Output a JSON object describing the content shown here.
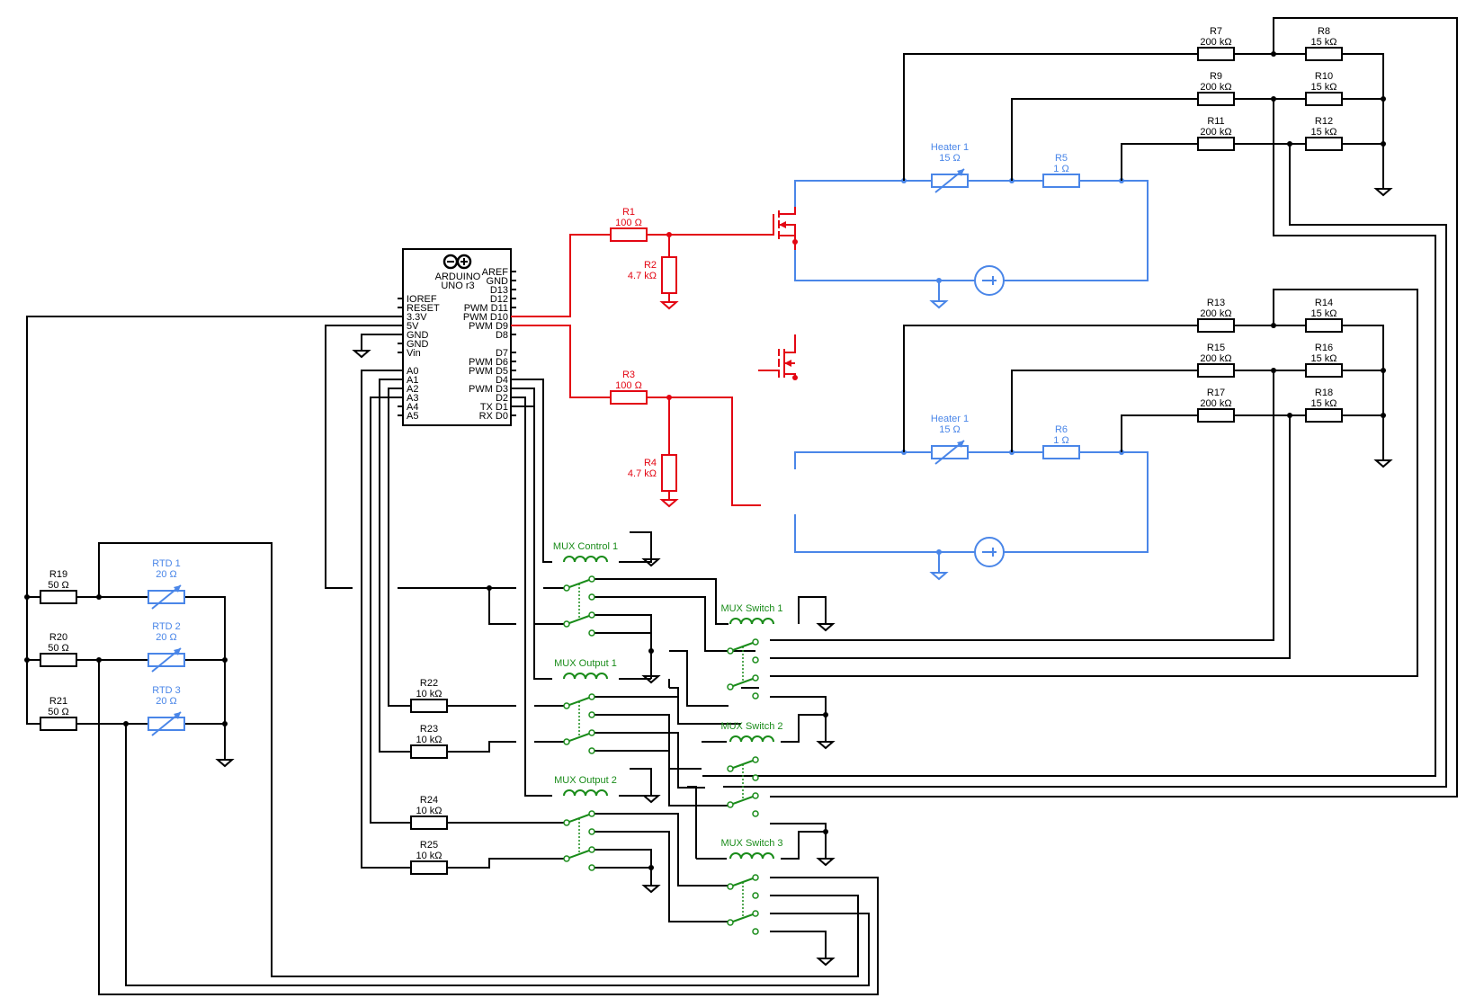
{
  "arduino": {
    "name_line1": "ARDUINO",
    "name_line2": "UNO r3",
    "left_pins": [
      "IOREF",
      "RESET",
      "3.3V",
      "5V",
      "GND",
      "GND",
      "Vin",
      "A0",
      "A1",
      "A2",
      "A3",
      "A4",
      "A5"
    ],
    "right_pins": [
      "AREF",
      "GND",
      "D13",
      "D12",
      "PWM D11",
      "PWM D10",
      "PWM D9",
      "D8",
      "D7",
      "PWM D6",
      "PWM D5",
      "D4",
      "PWM D3",
      "D2",
      "TX D1",
      "RX D0"
    ]
  },
  "resistors": [
    {
      "name": "R1",
      "value": "100 Ω"
    },
    {
      "name": "R2",
      "value": "4.7 kΩ"
    },
    {
      "name": "R3",
      "value": "100 Ω"
    },
    {
      "name": "R4",
      "value": "4.7 kΩ"
    },
    {
      "name": "R5",
      "value": "1 Ω"
    },
    {
      "name": "R6",
      "value": "1 Ω"
    },
    {
      "name": "R7",
      "value": "200 kΩ"
    },
    {
      "name": "R8",
      "value": "15 kΩ"
    },
    {
      "name": "R9",
      "value": "200 kΩ"
    },
    {
      "name": "R10",
      "value": "15 kΩ"
    },
    {
      "name": "R11",
      "value": "200 kΩ"
    },
    {
      "name": "R12",
      "value": "15 kΩ"
    },
    {
      "name": "R13",
      "value": "200 kΩ"
    },
    {
      "name": "R14",
      "value": "15 kΩ"
    },
    {
      "name": "R15",
      "value": "200 kΩ"
    },
    {
      "name": "R16",
      "value": "15 kΩ"
    },
    {
      "name": "R17",
      "value": "200 kΩ"
    },
    {
      "name": "R18",
      "value": "15 kΩ"
    },
    {
      "name": "R19",
      "value": "50 Ω"
    },
    {
      "name": "R20",
      "value": "50 Ω"
    },
    {
      "name": "R21",
      "value": "50 Ω"
    },
    {
      "name": "R22",
      "value": "10 kΩ"
    },
    {
      "name": "R23",
      "value": "10 kΩ"
    },
    {
      "name": "R24",
      "value": "10 kΩ"
    },
    {
      "name": "R25",
      "value": "10 kΩ"
    }
  ],
  "heaters": [
    {
      "name": "Heater 1",
      "value": "15 Ω"
    },
    {
      "name": "Heater 1",
      "value": "15 Ω"
    }
  ],
  "rtds": [
    {
      "name": "RTD 1",
      "value": "20 Ω"
    },
    {
      "name": "RTD 2",
      "value": "20 Ω"
    },
    {
      "name": "RTD 3",
      "value": "20 Ω"
    }
  ],
  "relays": [
    {
      "name": "MUX Control 1"
    },
    {
      "name": "MUX Switch 1"
    },
    {
      "name": "MUX Output 1"
    },
    {
      "name": "MUX Switch 2"
    },
    {
      "name": "MUX Output 2"
    },
    {
      "name": "MUX Switch 3"
    }
  ],
  "colors": {
    "wire": "#000000",
    "gate_drive": "#e30613",
    "heater_loop": "#4a86e8",
    "relay": "#1a8c1a"
  }
}
